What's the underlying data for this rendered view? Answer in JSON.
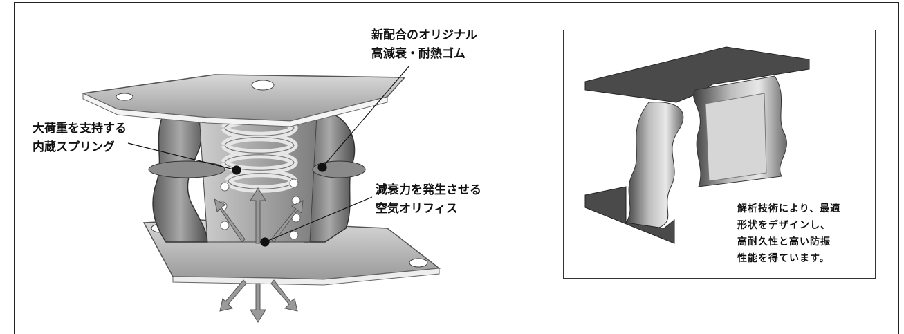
{
  "callouts": {
    "rubber": [
      "新配合のオリジナル",
      "高減衰・耐熱ゴム"
    ],
    "spring": [
      "大荷重を支持する",
      "内蔵スプリング"
    ],
    "orifice": [
      "減衰力を発生させる",
      "空気オリフィス"
    ]
  },
  "inset": {
    "caption": [
      "解析技術により、最適",
      "形状をデザインし、",
      "高耐久性と高い防振",
      "性能を得ています。"
    ]
  }
}
